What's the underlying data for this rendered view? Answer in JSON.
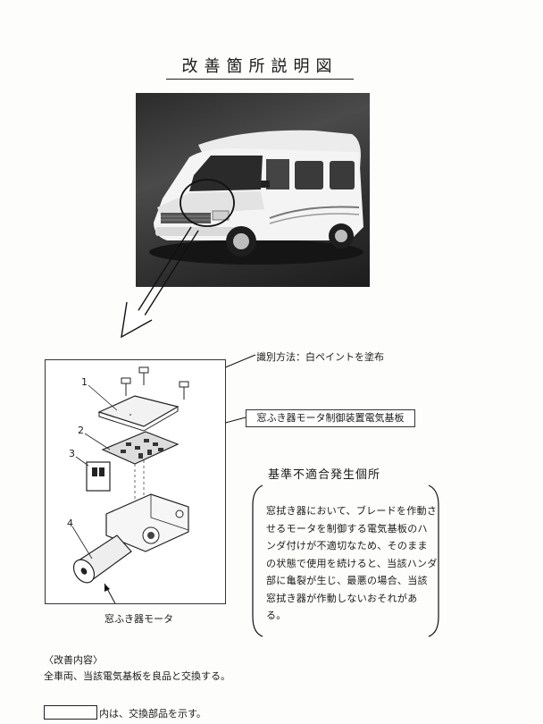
{
  "document": {
    "title": "改善箇所説明図",
    "identification_note": "識別方法：白ペイントを塗布",
    "board_label": "窓ふき器モータ制御装置電気基板",
    "defect": {
      "title": "基準不適合発生個所",
      "body": "窓拭き器において、ブレードを作動させるモータを制御する電気基板のハンダ付けが不適切なため、そのままの状態で使用を続けると、当該ハンダ部に亀裂が生じ、最悪の場合、当該窓拭き器が作動しないおそれがある。"
    },
    "motor_caption": "窓ふき器モータ",
    "part_numbers": [
      "1",
      "2",
      "3",
      "4"
    ],
    "improvement": {
      "heading": "〈改善内容〉",
      "body": "全車両、当該電気基板を良品と交換する。"
    },
    "legend_text": "内は、交換部品を示す。"
  }
}
